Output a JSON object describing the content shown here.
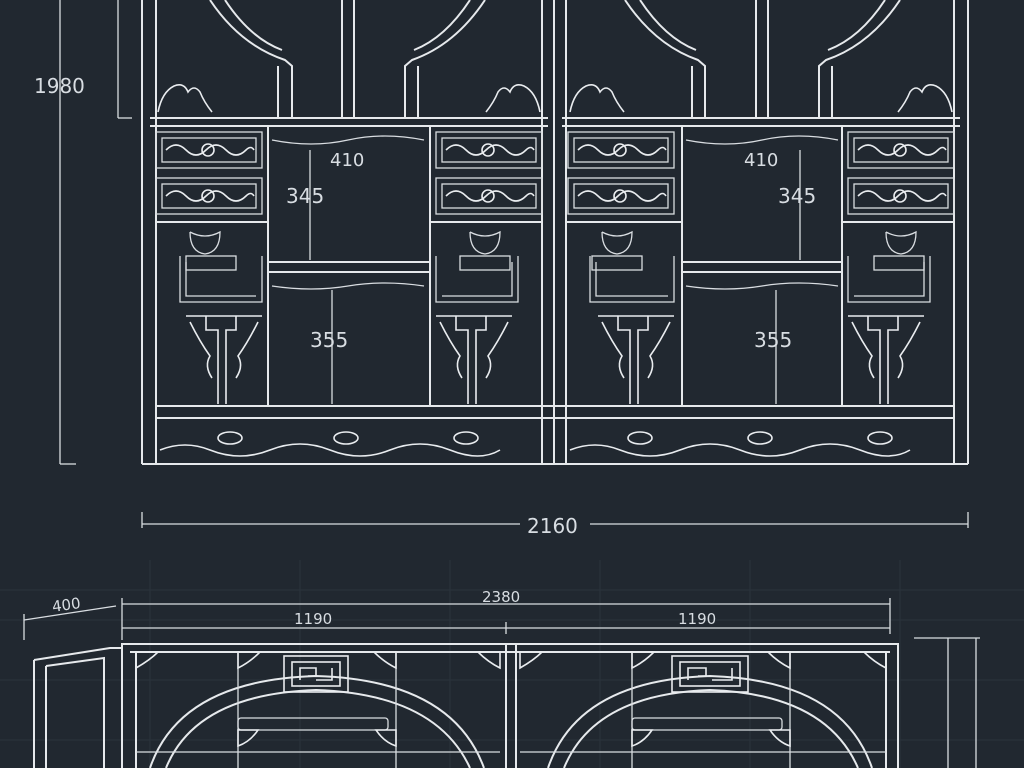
{
  "drawing": {
    "colors": {
      "background": "#212830",
      "line": "#d9dde1",
      "text": "#d8dde2",
      "grid": "#2b333c"
    },
    "dimensions": {
      "height_total": "1980",
      "width_total": "2160",
      "upper_opening": "410",
      "drawer_height_left": "345",
      "drawer_height_right": "345",
      "lower_opening_left": "355",
      "lower_opening_right": "355",
      "depth": "400",
      "bottom_total": "2380",
      "bottom_half_left": "1190",
      "bottom_half_right": "1190"
    }
  }
}
